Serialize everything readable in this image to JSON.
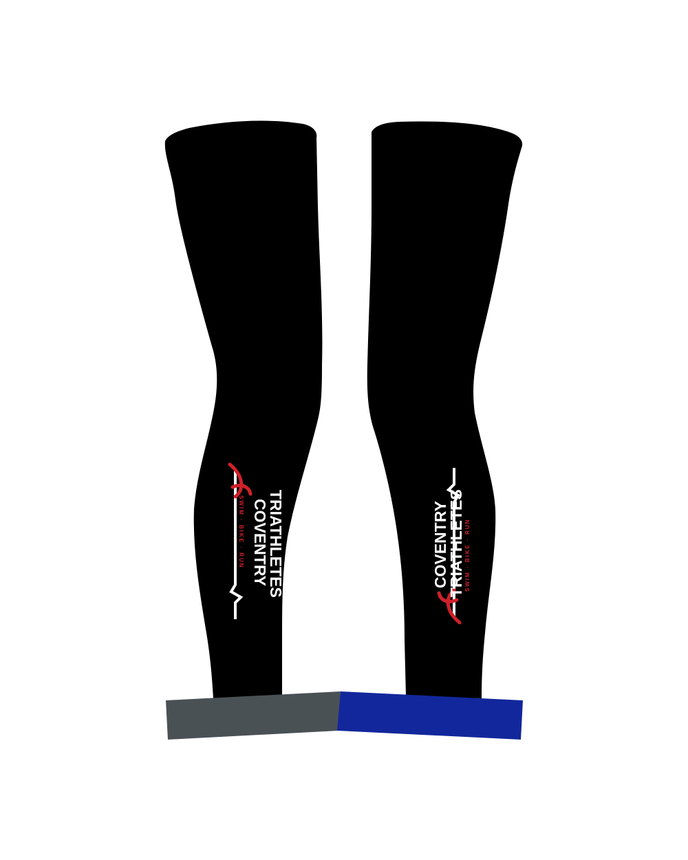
{
  "product": {
    "logo": {
      "line1": "COVENTRY",
      "line2": "TRIATHLETES",
      "tagline": "SWIM · BIKE · RUN"
    },
    "colors": {
      "sleeve": "#000000",
      "logo_text": "#ffffff",
      "logo_accent": "#d0212a",
      "cuff_left": "#4a5155",
      "cuff_right": "#12279b",
      "background": "#ffffff"
    }
  }
}
